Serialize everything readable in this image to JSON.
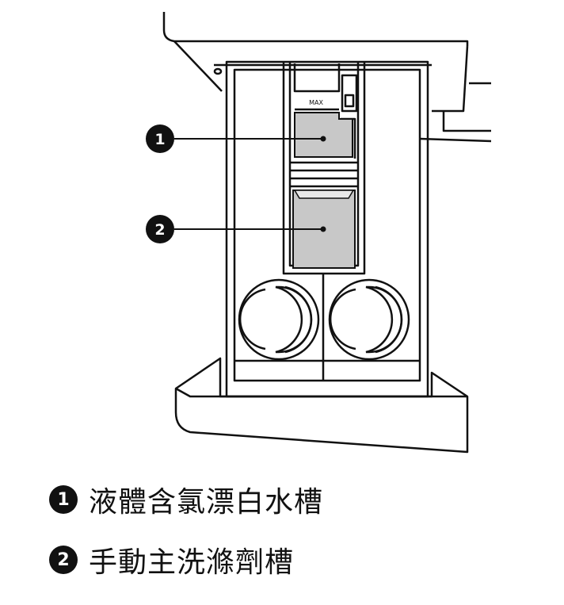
{
  "diagram": {
    "max_mark": "MAX",
    "callouts": [
      {
        "number": "1"
      },
      {
        "number": "2"
      }
    ]
  },
  "legend": [
    {
      "number": "1",
      "label": "液體含氯漂白水槽"
    },
    {
      "number": "2",
      "label": "手動主洗滌劑槽"
    }
  ]
}
